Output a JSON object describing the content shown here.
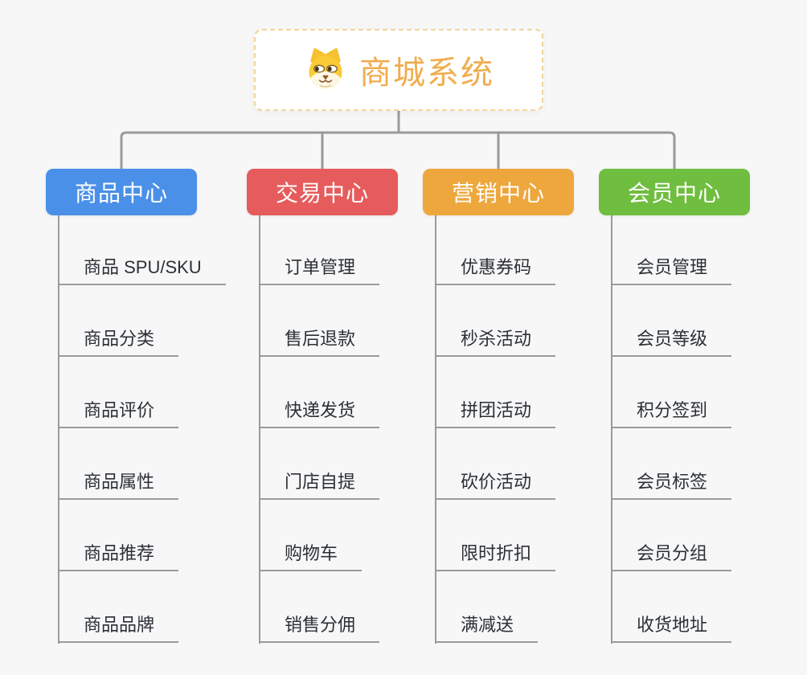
{
  "root": {
    "title": "商城系统",
    "icon": "shiba-dog-face-icon"
  },
  "branches": [
    {
      "id": "product-center",
      "label": "商品中心",
      "color": "#4A90E8",
      "items": [
        "商品 SPU/SKU",
        "商品分类",
        "商品评价",
        "商品属性",
        "商品推荐",
        "商品品牌"
      ]
    },
    {
      "id": "trade-center",
      "label": "交易中心",
      "color": "#E65C5C",
      "items": [
        "订单管理",
        "售后退款",
        "快递发货",
        "门店自提",
        "购物车",
        "销售分佣"
      ]
    },
    {
      "id": "marketing-center",
      "label": "营销中心",
      "color": "#EEA73C",
      "items": [
        "优惠券码",
        "秒杀活动",
        "拼团活动",
        "砍价活动",
        "限时折扣",
        "满减送"
      ]
    },
    {
      "id": "member-center",
      "label": "会员中心",
      "color": "#6FBE3F",
      "items": [
        "会员管理",
        "会员等级",
        "积分签到",
        "会员标签",
        "会员分组",
        "收货地址"
      ]
    }
  ],
  "colors": {
    "background": "#F7F7F7",
    "connector": "#9A9A9A",
    "root_title": "#F0AD4E",
    "root_border": "#F2D49B",
    "leaf_text": "#2B3036"
  }
}
